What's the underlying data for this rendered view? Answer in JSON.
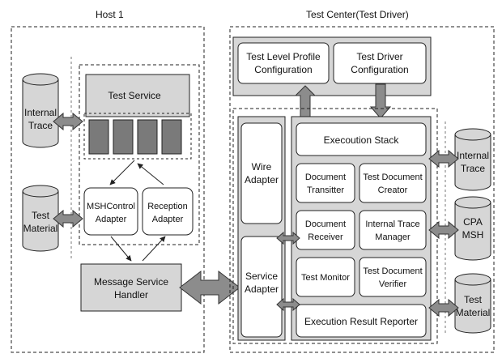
{
  "host": {
    "title": "Host 1",
    "internal_trace": [
      "Internal",
      "Trace"
    ],
    "test_material": [
      "Test",
      "Material"
    ],
    "test_service": "Test Service",
    "msh_control_adapter": [
      "MSHControl",
      "Adapter"
    ],
    "reception_adapter": [
      "Reception",
      "Adapter"
    ],
    "message_service_handler": [
      "Message Service",
      "Handler"
    ]
  },
  "test_center": {
    "title": "Test Center(Test Driver)",
    "test_level_profile_configuration": [
      "Test Level Profile",
      "Configuration"
    ],
    "test_driver_configuration": [
      "Test Driver",
      "Configuration"
    ],
    "wire_adapter": [
      "Wire",
      "Adapter"
    ],
    "service_adapter": [
      "Service",
      "Adapter"
    ],
    "execution_stack": "Execoution Stack",
    "document_transmitter": [
      "Document",
      "Transitter"
    ],
    "test_document_creator": [
      "Test Document",
      "Creator"
    ],
    "document_receiver": [
      "Document",
      "Receiver"
    ],
    "internal_trace_manager": [
      "Internal Trace",
      "Manager"
    ],
    "test_monitor": "Test Monitor",
    "test_document_verifier": [
      "Test Document",
      "Verifier"
    ],
    "execution_result_reporter": "Execution Result Reporter",
    "internal_trace": [
      "Internal",
      "Trace"
    ],
    "cpa_msh": [
      "CPA",
      "MSH"
    ],
    "test_material": [
      "Test",
      "Material"
    ]
  },
  "colors": {
    "box_fill": "#d6d6d6",
    "inner_fill": "#ffffff",
    "arrow_fill": "#8c8c8c",
    "slot_fill": "#7a7a7a",
    "line": "#222222"
  }
}
